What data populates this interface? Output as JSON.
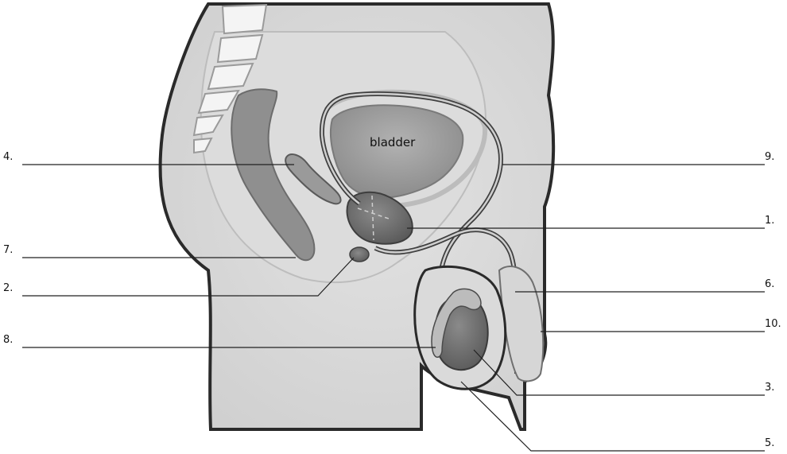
{
  "organ_text": "bladder",
  "labels": {
    "l1": "1.",
    "l2": "2.",
    "l3": "3.",
    "l4": "4.",
    "l5": "5.",
    "l6": "6.",
    "l7": "7.",
    "l8": "8.",
    "l9": "9.",
    "l10": "10."
  }
}
